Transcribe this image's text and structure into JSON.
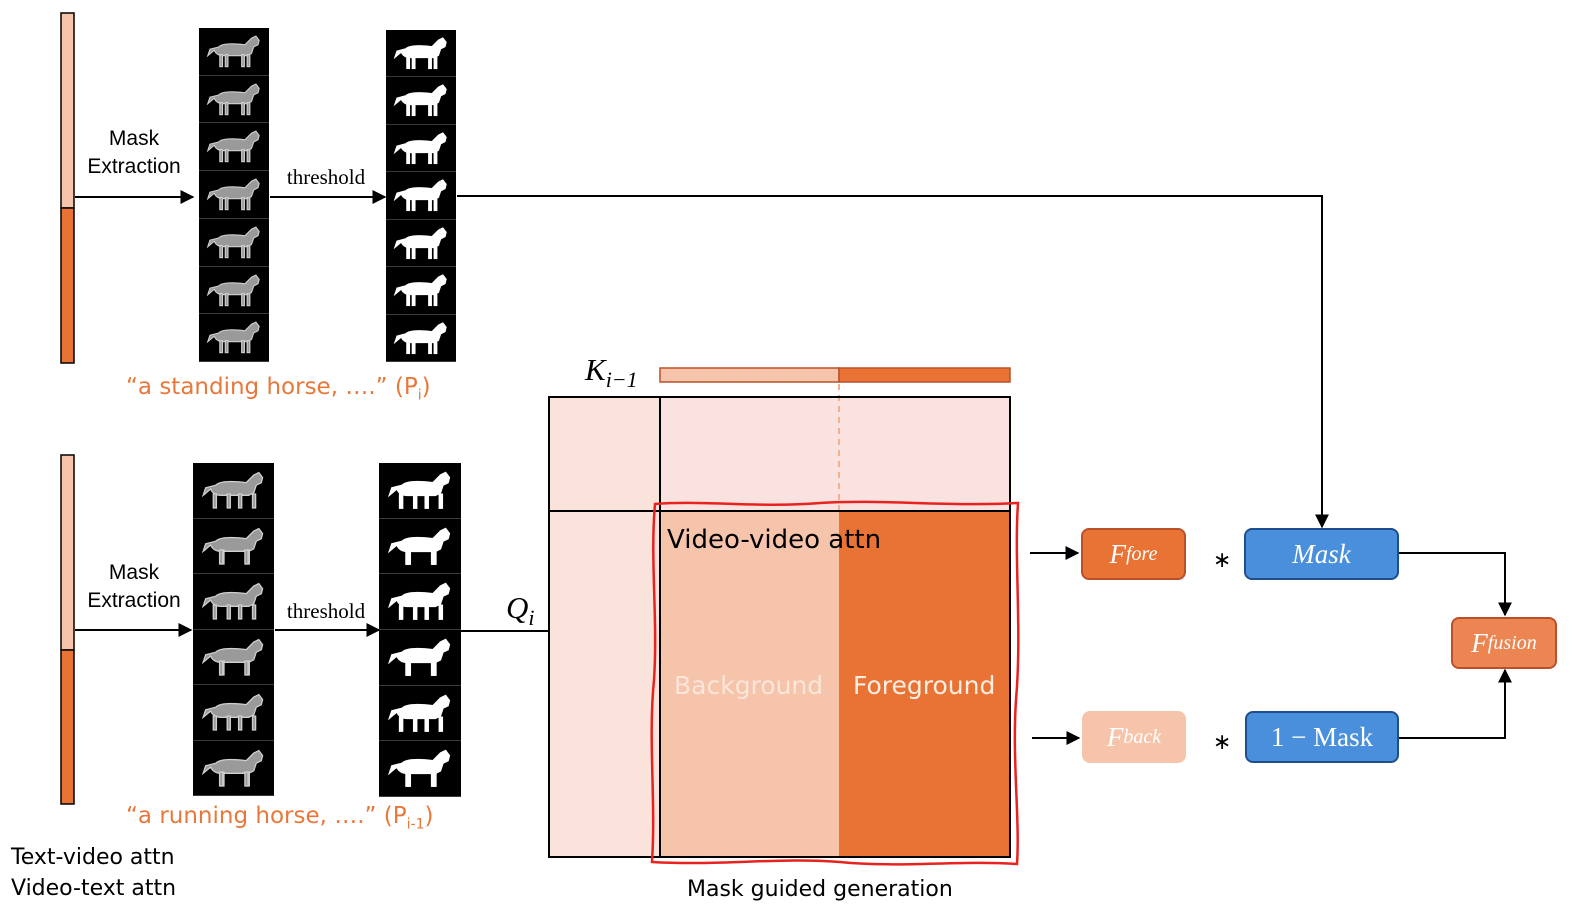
{
  "labels": {
    "mask_extraction": "Mask Extraction",
    "threshold": "threshold",
    "video_video_attn": "Video-video attn",
    "background": "Background",
    "foreground": "Foreground",
    "mask_guided_generation": "Mask guided generation",
    "text_video_attn": "Text-video attn",
    "video_text_attn": "Video-text attn"
  },
  "prompts": {
    "top": {
      "text": "“a standing horse, ….” (P",
      "sub": "i",
      "close": ")"
    },
    "bottom": {
      "text": "“a running horse, ….” (P",
      "sub": "i-1",
      "close": ")"
    }
  },
  "math": {
    "k_base": "K",
    "k_sub": "i−1",
    "q_base": "Q",
    "q_sub": "i",
    "f_base": "F",
    "fore_sub": "fore",
    "back_sub": "back",
    "fusion_sub": "fusion",
    "mask": "Mask",
    "one_minus_mask": "1 − Mask",
    "times": "∗"
  },
  "colors": {
    "light_orange": "#f5c4aa",
    "orange": "#e97335",
    "pale_pink": "#f9e2e0",
    "pale_peach": "#fae3da",
    "blue": "#4a8fdc",
    "red_outline": "#e8221f"
  }
}
